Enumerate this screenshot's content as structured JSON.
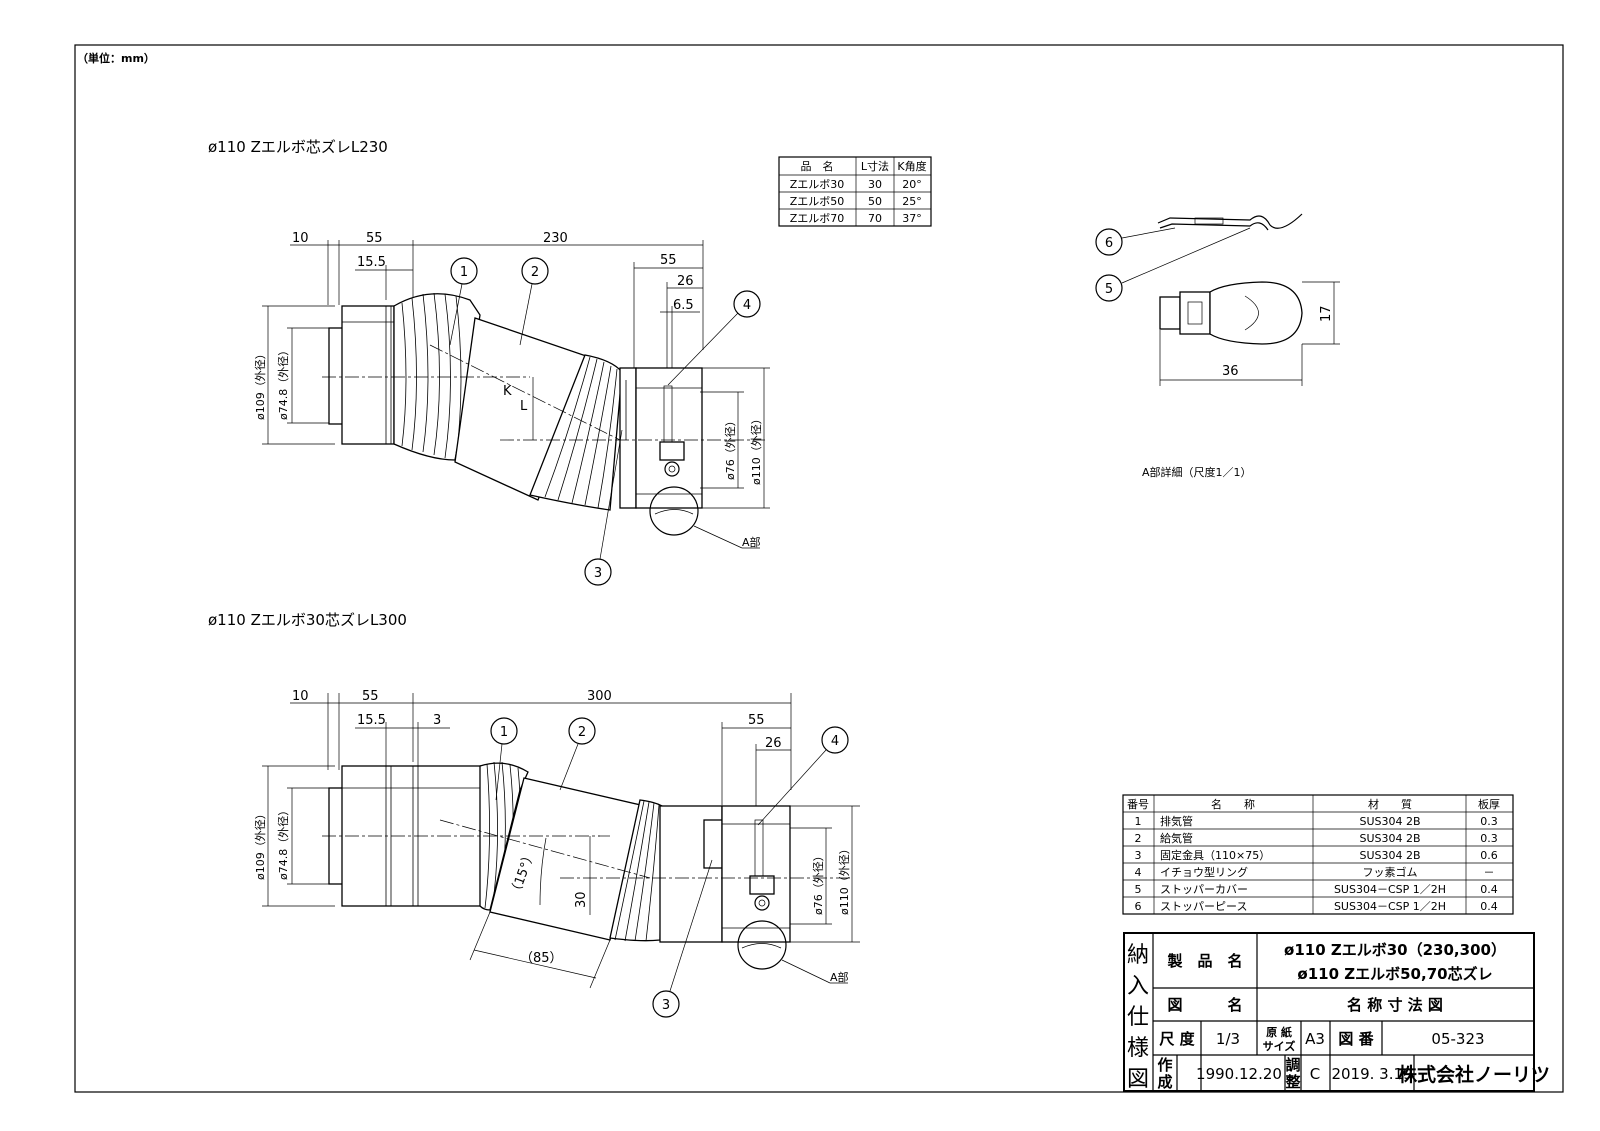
{
  "unit_label": "（単位：mm）",
  "drawing1": {
    "title": "ø110 Zエルボ芯ズレL230",
    "dims": {
      "d10": "10",
      "d55": "55",
      "d230": "230",
      "d155": "15.5",
      "d55r": "55",
      "d26": "26",
      "d65": "6.5",
      "od109": "ø109（外径）",
      "id748": "ø74.8（外径）",
      "od76": "ø76（外径）",
      "od110": "ø110（外径）",
      "k": "K",
      "l": "L"
    },
    "parts": [
      "1",
      "2",
      "3",
      "4"
    ],
    "a_label": "A部"
  },
  "drawing2": {
    "title": "ø110 Zエルボ30芯ズレL300",
    "dims": {
      "d10": "10",
      "d55": "55",
      "d300": "300",
      "d155": "15.5",
      "d3": "3",
      "d55r": "55",
      "d26": "26",
      "od109": "ø109（外径）",
      "id748": "ø74.8（外径）",
      "od76": "ø76（外径）",
      "od110": "ø110（外径）",
      "angle": "（15°）",
      "d30": "30",
      "d85": "（85）"
    },
    "parts": [
      "1",
      "2",
      "3",
      "4"
    ],
    "a_label": "A部"
  },
  "kangle_table": {
    "headers": [
      "品　名",
      "L寸法",
      "K角度"
    ],
    "rows": [
      [
        "Zエルボ30",
        "30",
        "20°"
      ],
      [
        "Zエルボ50",
        "50",
        "25°"
      ],
      [
        "Zエルボ70",
        "70",
        "37°"
      ]
    ]
  },
  "detail_a": {
    "parts": [
      "6",
      "5"
    ],
    "d17": "17",
    "d36": "36",
    "caption": "A部詳細（尺度1／1）"
  },
  "parts_table": {
    "headers": [
      "番号",
      "名　　称",
      "材　　質",
      "板厚"
    ],
    "rows": [
      [
        "1",
        "排気管",
        "SUS304 2B",
        "0.3"
      ],
      [
        "2",
        "給気管",
        "SUS304 2B",
        "0.3"
      ],
      [
        "3",
        "固定金具（110×75）",
        "SUS304 2B",
        "0.6"
      ],
      [
        "4",
        "イチョウ型リング",
        "フッ素ゴム",
        "－"
      ],
      [
        "5",
        "ストッパーカバー",
        "SUS304－CSP 1／2H",
        "0.4"
      ],
      [
        "6",
        "ストッパーピース",
        "SUS304－CSP 1／2H",
        "0.4"
      ]
    ]
  },
  "title_block": {
    "side_chars": [
      "納",
      "入",
      "仕",
      "様",
      "図"
    ],
    "product_label": "製　品　名",
    "product_line1": "ø110 Zエルボ30（230,300）",
    "product_line2": "ø110 Zエルボ50,70芯ズレ",
    "drawing_name_label": "図　　　名",
    "drawing_name": "名 称 寸 法 図",
    "scale_label": "尺 度",
    "scale": "1/3",
    "paper_label_1": "原 紙",
    "paper_label_2": "サイズ",
    "paper": "A3",
    "number_label": "図 番",
    "number": "05-323",
    "created_label_1": "作",
    "created_label_2": "成",
    "created": "1990.12.20",
    "revised_label_1": "調",
    "revised_label_2": "整",
    "rev": "C",
    "revised": "2019. 3.19",
    "company": "株式会社ノーリツ"
  }
}
